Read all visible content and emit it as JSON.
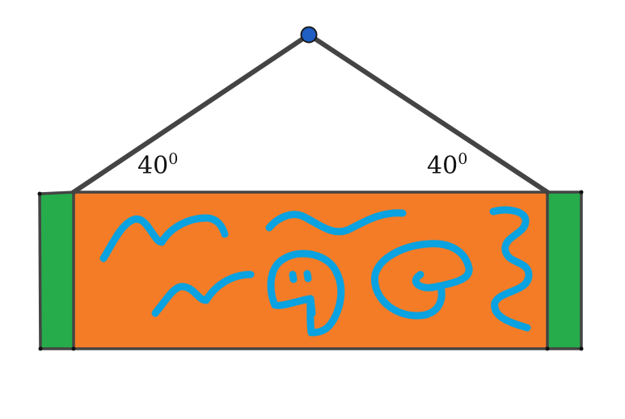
{
  "diagram": {
    "angles": [
      {
        "value": "40",
        "superscript": "0"
      },
      {
        "value": "40",
        "superscript": "0"
      }
    ],
    "colors": {
      "sign_fill": "#f47c26",
      "side_panels": "#26ac4a",
      "scribble": "#0aa2e0",
      "rope": "#444444",
      "hook": "#1f5fc4",
      "hook_outline": "#1a1a1a"
    }
  }
}
